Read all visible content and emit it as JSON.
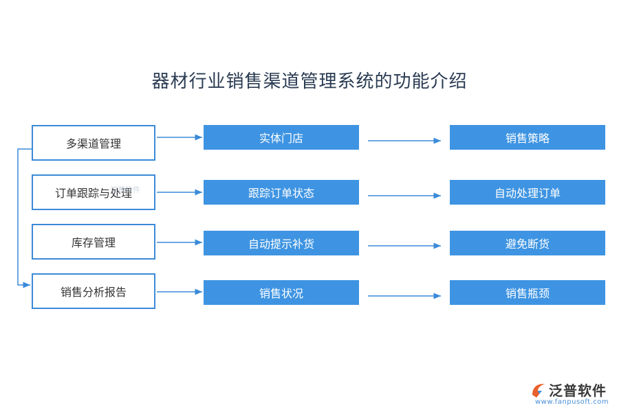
{
  "title": "器材行业销售渠道管理系统的功能介绍",
  "rows": [
    {
      "module": "多渠道管理",
      "function": "实体门店",
      "result": "销售策略"
    },
    {
      "module": "订单跟踪与处理",
      "function": "跟踪订单状态",
      "result": "自动处理订单"
    },
    {
      "module": "库存管理",
      "function": "自动提示补货",
      "result": "避免断货"
    },
    {
      "module": "销售分析报告",
      "function": "销售状况",
      "result": "销售瓶颈"
    }
  ],
  "watermark": "泛普软件",
  "logo": {
    "name": "泛普软件",
    "url": "www.fanpusoft.com"
  },
  "colors": {
    "accent": "#3e94e2",
    "border": "#3a8ad8",
    "title": "#2a3b52"
  }
}
